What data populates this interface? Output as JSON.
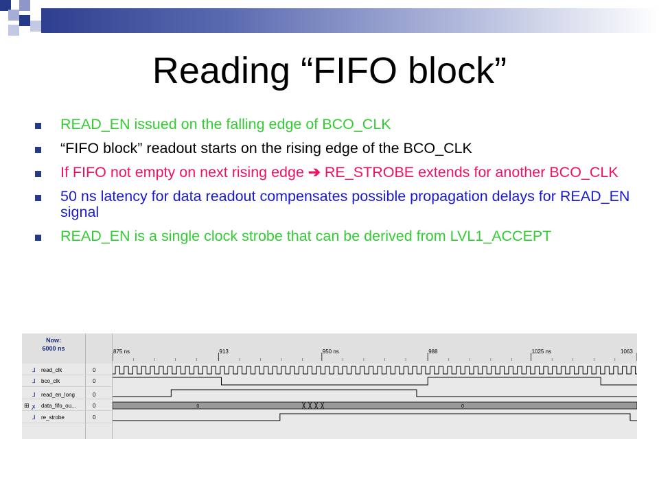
{
  "slide": {
    "title": "Reading “FIFO block”",
    "accent_color": "#243a88"
  },
  "bullets": [
    {
      "text": "READ_EN issued on the falling edge of BCO_CLK",
      "color": "#33cc33"
    },
    {
      "text": "“FIFO block” readout starts on the rising edge of the BCO_CLK",
      "color": "#000000"
    },
    {
      "text_before": "If FIFO not empty on next rising edge ",
      "arrow": "➔",
      "text_after": " RE_STROBE extends for another BCO_CLK",
      "color": "#ee1166"
    },
    {
      "text": "50 ns latency for data readout compensates possible propagation delays for READ_EN signal",
      "color": "#1a1acc"
    },
    {
      "text": "READ_EN is a single clock strobe that can be derived from LVL1_ACCEPT",
      "color": "#33cc33"
    }
  ],
  "waveform": {
    "now_label": "Now:",
    "now_value": "6000 ns",
    "time_ticks": [
      {
        "label": "875 ns",
        "t": 875
      },
      {
        "label": "913",
        "t": 913
      },
      {
        "label": "950 ns",
        "t": 950
      },
      {
        "label": "988",
        "t": 988
      },
      {
        "label": "1025 ns",
        "t": 1025
      },
      {
        "label": "1063",
        "t": 1063
      }
    ],
    "time_range_ns": [
      875,
      1063
    ],
    "signals": [
      {
        "name": "read_clk",
        "value": "0",
        "icon": "signal-icon"
      },
      {
        "name": "bco_clk",
        "value": "0",
        "icon": "signal-icon"
      },
      {
        "name": "read_en_long",
        "value": "0",
        "icon": "signal-icon"
      },
      {
        "name": "data_fifo_ou...",
        "value": "0",
        "icon": "bus-icon",
        "expandable": true,
        "bus_labels": [
          "0",
          "0"
        ]
      },
      {
        "name": "re_strobe",
        "value": "0",
        "icon": "signal-icon"
      }
    ]
  }
}
